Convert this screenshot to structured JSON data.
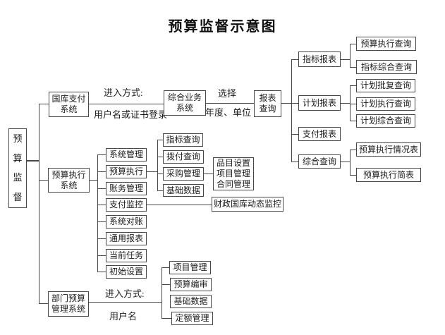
{
  "title": "预算监督示意图",
  "root": {
    "chars": [
      "预",
      "算",
      "监",
      "督"
    ]
  },
  "level1": {
    "treasury": {
      "line1": "国库支付",
      "line2": "系统"
    },
    "exec": {
      "line1": "预算执行",
      "line2": "系统"
    },
    "dept": {
      "line1": "部门预算",
      "line2": "管理系统"
    }
  },
  "treasury_flow": {
    "edge1_top": "进入方式:",
    "edge1_bottom": "用户名或证书登录",
    "business": {
      "line1": "综合业务",
      "line2": "系统"
    },
    "edge2_top": "选择",
    "edge2_bottom": "年度、单位",
    "report_query": {
      "line1": "报表",
      "line2": "查询"
    },
    "report_types": [
      {
        "label": "指标报表",
        "children": [
          "预算执行查询",
          "指标综合查询"
        ]
      },
      {
        "label": "计划报表",
        "children": [
          "计划批复查询",
          "计划执行查询",
          "计划综合查询"
        ]
      },
      {
        "label": "支付报表",
        "children": []
      },
      {
        "label": "综合查询",
        "children": [
          "预算执行情况表",
          "预算执行简表"
        ]
      }
    ]
  },
  "exec_modules": [
    "系统管理",
    "预算执行",
    "账务管理",
    "支付监控",
    "系统对账",
    "通用报表",
    "当前任务",
    "初始设置"
  ],
  "exec_sub": {
    "budget_exec_children": [
      "指标查询",
      "拨付查询",
      "采购管理",
      "基础数据"
    ],
    "purchase_detail": [
      "品目设置",
      "项目管理",
      "合同管理"
    ],
    "payment_monitor_child": "财政国库动态监控"
  },
  "dept_flow": {
    "edge_top": "进入方式:",
    "edge_bottom": "用户名",
    "children": [
      "项目管理",
      "预算编审",
      "基础数据",
      "定额管理"
    ]
  }
}
